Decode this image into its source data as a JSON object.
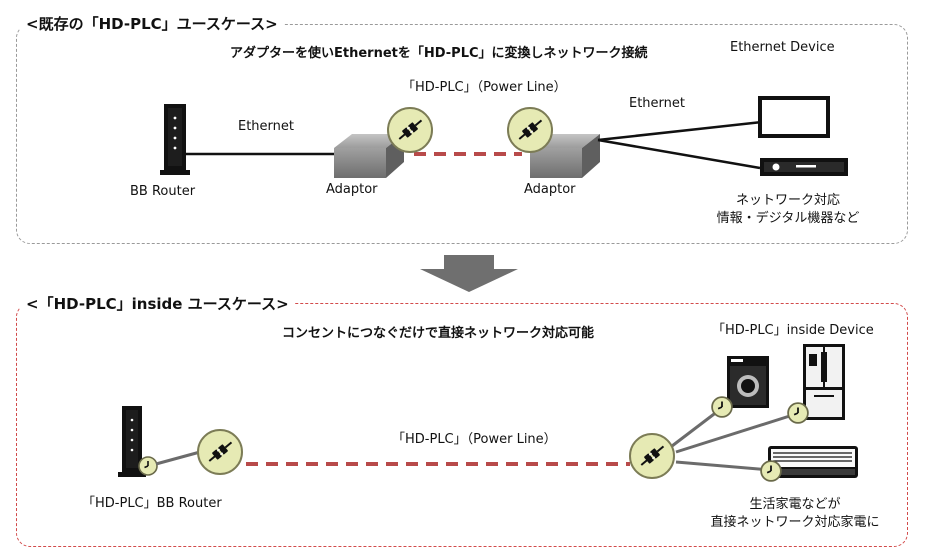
{
  "top": {
    "title": "<既存の「HD-PLC」ユースケース>",
    "subtitle": "アダプターを使いEthernetを「HD-PLC」に変換しネットワーク接続",
    "router_label": "BB Router",
    "ethernet_label_1": "Ethernet",
    "adaptor_label_1": "Adaptor",
    "powerline_label": "「HD-PLC」（Power Line）",
    "adaptor_label_2": "Adaptor",
    "ethernet_label_2": "Ethernet",
    "device_label": "Ethernet Device",
    "devices_desc_line1": "ネットワーク対応",
    "devices_desc_line2": "情報・デジタル機器など"
  },
  "bottom": {
    "title": "<「HD-PLC」inside ユースケース>",
    "subtitle": "コンセントにつなぐだけで直接ネットワーク対応可能",
    "router_label": "「HD-PLC」BB Router",
    "powerline_label": "「HD-PLC」（Power Line）",
    "device_label": "「HD-PLC」inside Device",
    "appliances_line1": "生活家電などが",
    "appliances_line2": "直接ネットワーク対応家電に"
  },
  "colors": {
    "powerline": "#b84a4a",
    "plug_fill": "#e6eab4",
    "adaptor": "#8a8a8a",
    "arrow": "#6f6f6f"
  }
}
